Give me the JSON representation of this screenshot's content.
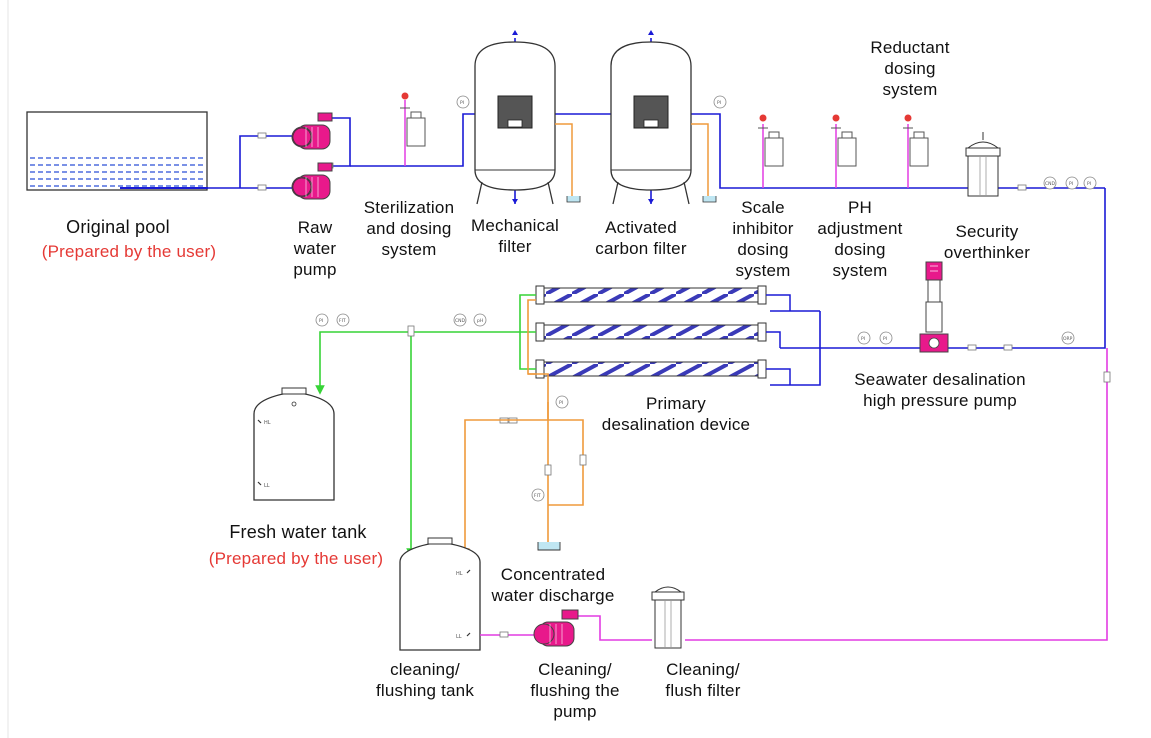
{
  "labels": {
    "original_pool": "Original pool",
    "original_pool_note": "(Prepared by the user)",
    "raw_water_pump": "Raw\nwater\npump",
    "sterilization": "Sterilization\nand dosing\nsystem",
    "mechanical_filter": "Mechanical\nfilter",
    "activated_carbon": "Activated\ncarbon filter",
    "scale_inhibitor": "Scale\ninhibitor\ndosing\nsystem",
    "ph_adjustment": "PH\nadjustment\ndosing\nsystem",
    "reductant": "Reductant\ndosing\nsystem",
    "security": "Security\noverthinker",
    "hp_pump": "Seawater desalination\nhigh pressure pump",
    "primary_desal": "Primary\ndesalination device",
    "fresh_tank": "Fresh water tank",
    "fresh_tank_note": "(Prepared by the user)",
    "concentrated": "Concentrated\nwater discharge",
    "cleaning_tank": "cleaning/\nflushing tank",
    "cleaning_pump": "Cleaning/\nflushing the\npump",
    "cleaning_filter": "Cleaning/\nflush filter"
  },
  "tags": {
    "pi": "PI",
    "fit": "FIT",
    "cnd": "CND",
    "ph": "pH",
    "orp": "ORP",
    "hl": "HL",
    "ll": "LL"
  },
  "colors": {
    "raw_line": "#1a1ad6",
    "product_line": "#37d437",
    "concentrate_line": "#ef9a3c",
    "cleaning_line": "#e23ce2",
    "pump": "#e8198b",
    "alarm": "#e53935",
    "label_note": "#e53935"
  }
}
